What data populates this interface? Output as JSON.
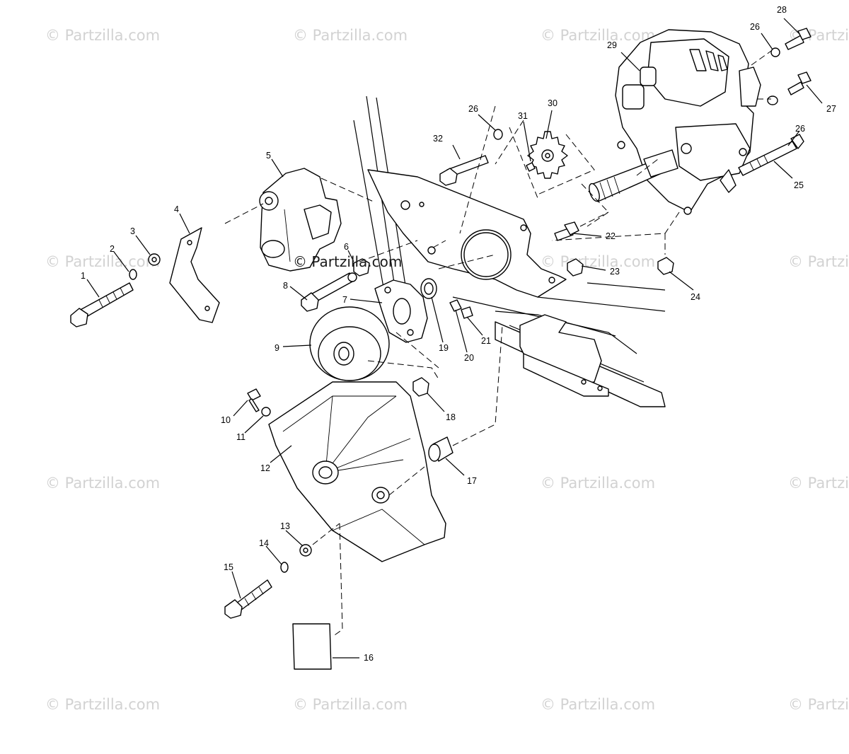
{
  "watermark": "© Partzilla.com",
  "center_watermark": "© Partzilla.com",
  "callouts": [
    "1",
    "2",
    "3",
    "4",
    "5",
    "6",
    "7",
    "8",
    "9",
    "10",
    "11",
    "12",
    "13",
    "14",
    "15",
    "16",
    "17",
    "18",
    "19",
    "20",
    "21",
    "22",
    "23",
    "24",
    "25",
    "26",
    "26",
    "26",
    "27",
    "28",
    "29",
    "30",
    "31",
    "32"
  ]
}
